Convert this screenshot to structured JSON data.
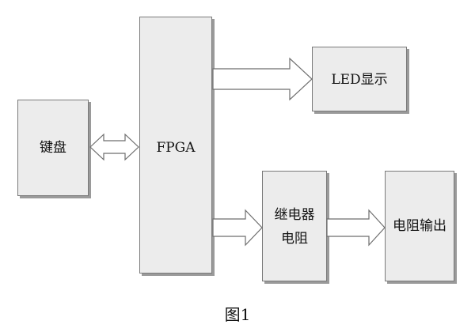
{
  "blocks": {
    "keyboard": "键盘",
    "fpga": "FPGA",
    "led_display": "LED显示",
    "relay_resistor_line1": "继电器",
    "relay_resistor_line2": "电阻",
    "resistor_output": "电阻输出"
  },
  "connections": [
    {
      "from": "键盘",
      "to": "FPGA",
      "direction": "bidirectional"
    },
    {
      "from": "FPGA",
      "to": "LED显示",
      "direction": "forward"
    },
    {
      "from": "FPGA",
      "to": "继电器电阻",
      "direction": "forward"
    },
    {
      "from": "继电器电阻",
      "to": "电阻输出",
      "direction": "forward"
    }
  ],
  "caption": "图1",
  "colors": {
    "block_fill": "#ececec",
    "block_border": "#7a7a7a",
    "arrow_fill": "#ffffff"
  }
}
